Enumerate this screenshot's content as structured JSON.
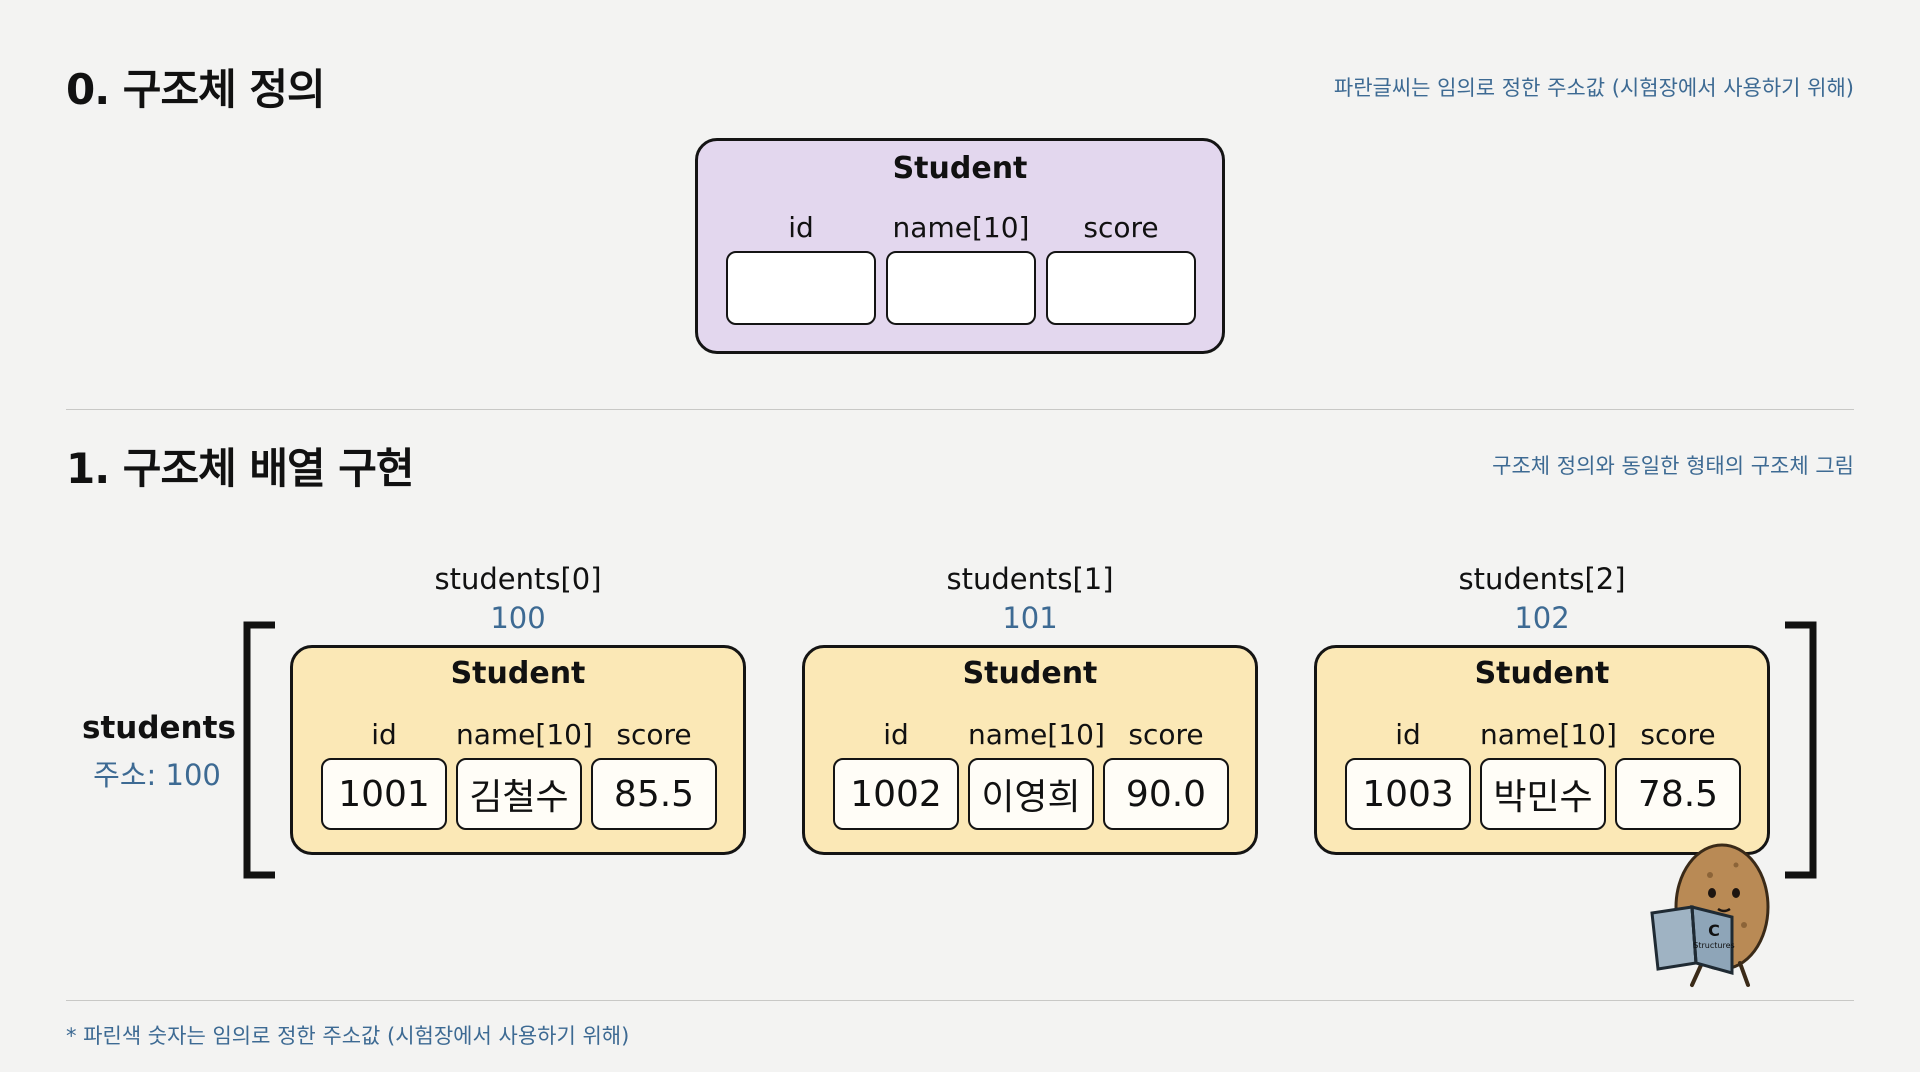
{
  "sections": {
    "definition": {
      "title": "0. 구조체 정의",
      "note": "파란글씨는 임의로 정한 주소값 (시험장에서 사용하기 위해)"
    },
    "array": {
      "title": "1. 구조체 배열 구현",
      "note": "구조체 정의와 동일한 형태의 구조체 그림"
    }
  },
  "struct_def": {
    "name": "Student",
    "fields": [
      "id",
      "name[10]",
      "score"
    ]
  },
  "array": {
    "name": "students",
    "address_text": "주소: 100",
    "elements": [
      {
        "label": "students[0]",
        "address": "100",
        "struct_name": "Student",
        "values": [
          "1001",
          "김철수",
          "85.5"
        ]
      },
      {
        "label": "students[1]",
        "address": "101",
        "struct_name": "Student",
        "values": [
          "1002",
          "이영희",
          "90.0"
        ]
      },
      {
        "label": "students[2]",
        "address": "102",
        "struct_name": "Student",
        "values": [
          "1003",
          "박민수",
          "78.5"
        ]
      }
    ]
  },
  "mascot": {
    "book_title": "C",
    "book_subtitle": "Structures"
  },
  "footer_note": "* 파린색 숫자는 임의로 정한 주소값 (시험장에서 사용하기 위해)",
  "colors": {
    "accent_blue": "#3d6a93",
    "def_fill": "#e3d7ee",
    "inst_fill": "#fbe8b6"
  }
}
